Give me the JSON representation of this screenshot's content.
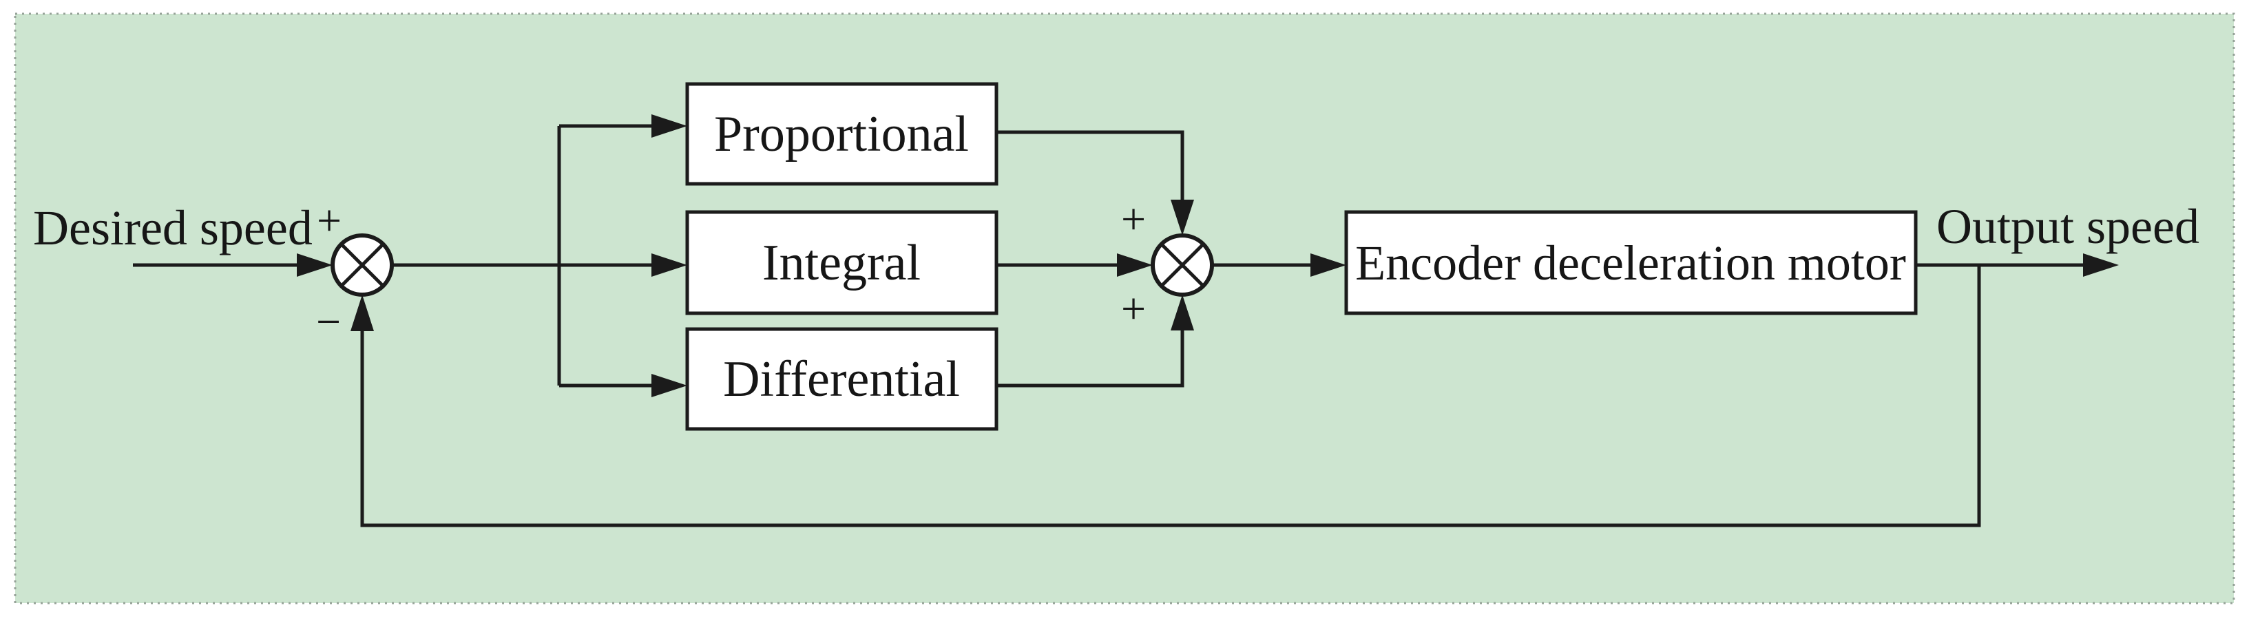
{
  "palette": {
    "canvas": "#ffffff",
    "background": "#cde5d0",
    "line": "#1b1b1b",
    "box_fill": "#ffffff",
    "text": "#161616",
    "border_dots": "#97a399"
  },
  "labels": {
    "desired_speed": "Desired speed",
    "output_speed": "Output speed"
  },
  "blocks": {
    "proportional": "Proportional",
    "integral": "Integral",
    "differential": "Differential",
    "motor": "Encoder deceleration motor"
  },
  "signs": {
    "sum1_plus": "+",
    "sum1_minus": "−",
    "sum2_top_plus": "+",
    "sum2_bottom_plus": "+"
  }
}
